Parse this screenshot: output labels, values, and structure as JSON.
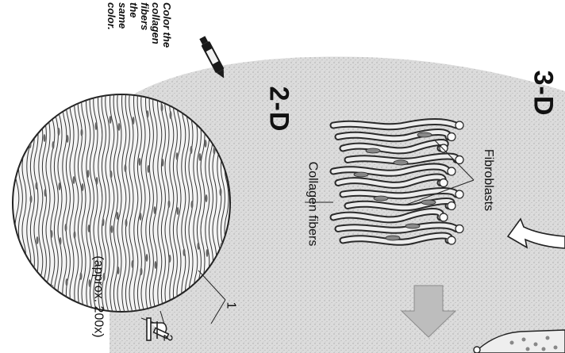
{
  "labels": {
    "title_3d": "3-D",
    "title_2d": "2-D",
    "fibroblasts": "Fibroblasts",
    "collagen_fibers": "Collagen fibers",
    "magnification": "(approx. 200x)",
    "callout_1": "1",
    "callout_2": "2"
  },
  "instruction": {
    "lines": [
      "Color the",
      "collagen",
      "fibers",
      "the",
      "same",
      "color."
    ]
  },
  "colors": {
    "stipple_background": "#d6d6d6",
    "fiber_outline": "#2a2a2a",
    "arrow_gray": "#b5b5b5"
  },
  "icons": [
    "marker-pen-icon",
    "microscope-icon",
    "curved-arrow-icon",
    "down-arrow-icon"
  ]
}
